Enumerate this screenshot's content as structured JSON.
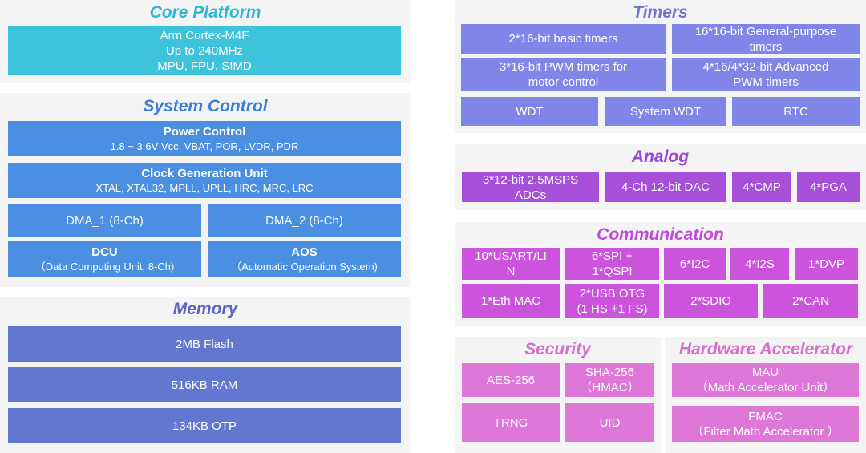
{
  "core": {
    "title": "Core Platform",
    "lines": "Arm Cortex-M4F\nUp to 240MHz\nMPU, FPU, SIMD"
  },
  "system": {
    "title": "System Control",
    "power": {
      "name": "Power Control",
      "detail": "1.8 ~ 3.6V Vcc, VBAT, POR, LVDR, PDR"
    },
    "clock": {
      "name": "Clock Generation Unit",
      "detail": "XTAL, XTAL32, MPLL, UPLL, HRC, MRC, LRC"
    },
    "dma1": "DMA_1 (8-Ch)",
    "dma2": "DMA_2 (8-Ch)",
    "dcu": {
      "name": "DCU",
      "detail": "（Data Computing Unit, 8-Ch)"
    },
    "aos": {
      "name": "AOS",
      "detail": "（Automatic Operation System)"
    }
  },
  "memory": {
    "title": "Memory",
    "flash": "2MB Flash",
    "ram": "516KB RAM",
    "otp": "134KB OTP"
  },
  "timers": {
    "title": "Timers",
    "basic": "2*16-bit basic timers",
    "general": "16*16-bit General-purpose\ntimers",
    "pwm": "3*16-bit PWM timers for\nmotor control",
    "advanced": "4*16/4*32-bit Advanced\nPWM timers",
    "wdt": "WDT",
    "swdt": "System WDT",
    "rtc": "RTC"
  },
  "analog": {
    "title": "Analog",
    "adc": "3*12-bit  2.5MSPS\nADCs",
    "dac": "4-Ch 12-bit DAC",
    "cmp": "4*CMP",
    "pga": "4*PGA"
  },
  "comm": {
    "title": "Communication",
    "usart": "10*USART/LI\nN",
    "spi": "6*SPI +\n1*QSPI",
    "i2c": "6*I2C",
    "i2s": "4*I2S",
    "dvp": "1*DVP",
    "eth": "1*Eth MAC",
    "usb": "2*USB OTG\n(1 HS +1 FS)",
    "sdio": "2*SDIO",
    "can": "2*CAN"
  },
  "security": {
    "title": "Security",
    "aes": "AES-256",
    "sha": "SHA-256\n（HMAC）",
    "trng": "TRNG",
    "uid": "UID"
  },
  "hwacc": {
    "title": "Hardware Accelerator",
    "mau": {
      "name": "MAU",
      "detail": "（Math Accelerator Unit）"
    },
    "fmac": {
      "name": "FMAC",
      "detail": "（Filter Math Accelerator ）"
    }
  },
  "colors": {
    "core_title": "#2cb8d6",
    "system_title": "#3b7fd9",
    "memory_title": "#5a64c8",
    "timers_title": "#6c74d8",
    "analog_title": "#9a47d0",
    "comm_title": "#c14ad6",
    "security_title": "#d86ccf",
    "hwacc_title": "#d86ccf"
  }
}
